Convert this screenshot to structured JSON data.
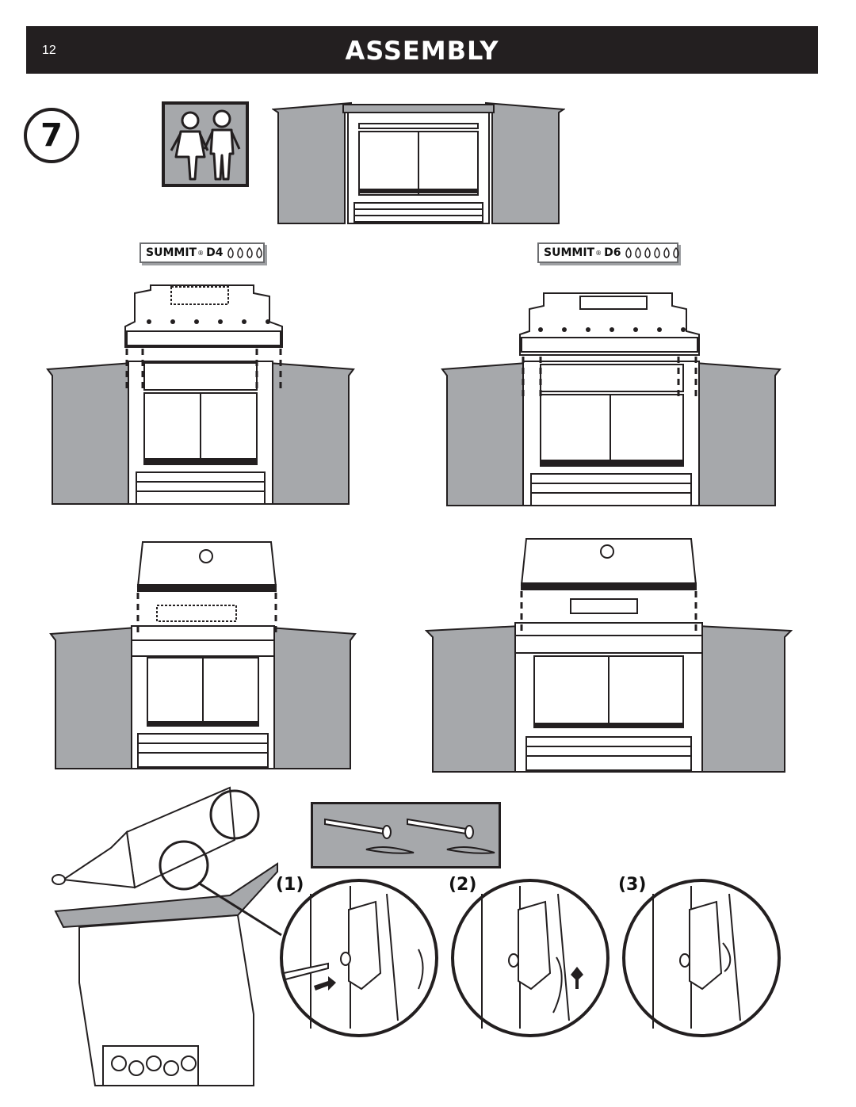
{
  "header": {
    "page_number": "12",
    "title": "ASSEMBLY"
  },
  "step": {
    "number": "7"
  },
  "icons": {
    "two_person": "two-person-lift-icon",
    "flame": "burner-flame-icon"
  },
  "models": {
    "d4": {
      "brand": "SUMMIT",
      "mark": "®",
      "model": "D4",
      "burners": 4
    },
    "d6": {
      "brand": "SUMMIT",
      "mark": "®",
      "model": "D6",
      "burners": 6
    }
  },
  "callouts": [
    "(1)",
    "(2)",
    "(3)"
  ],
  "colors": {
    "header_bg": "#231f20",
    "panel_gray": "#a6a8ab",
    "line": "#231f20"
  }
}
